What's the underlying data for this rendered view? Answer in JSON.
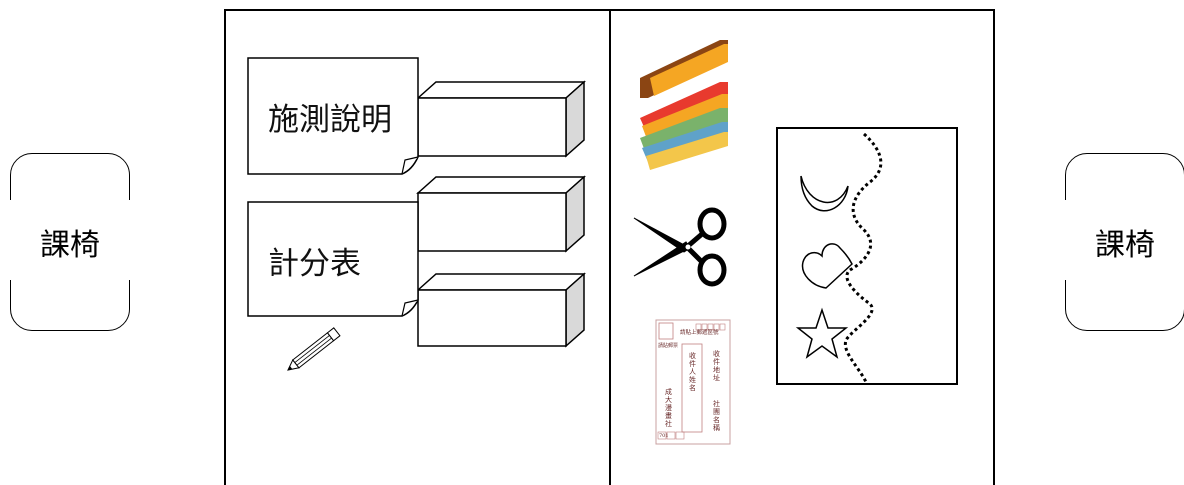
{
  "left_chair": {
    "label": "課椅"
  },
  "right_chair": {
    "label": "課椅"
  },
  "left_table": {
    "notes": [
      {
        "label": "施測說明"
      },
      {
        "label": "計分表"
      }
    ],
    "boxes_count": 3,
    "icons": [
      "pencil-icon"
    ]
  },
  "right_table": {
    "icons": [
      "crayons-icon",
      "scissors-icon",
      "envelope-icon",
      "cutting-sheet-icon"
    ],
    "envelope": {
      "title": "請貼上郵遞區號",
      "stamp": "請貼郵票",
      "col_address": "收件地址",
      "col_recipient": "收件人姓名",
      "col_club": "社團名稱",
      "col_sender": "成大漫畫社",
      "postal": "701"
    },
    "shapes": [
      "moon-shape",
      "heart-shape",
      "star-shape"
    ]
  },
  "colors": {
    "line": "#000000",
    "box_side": "#d9d9d9",
    "crayon_colors": [
      "#8b4513",
      "#f5a623",
      "#e83a2e",
      "#7ab26b",
      "#5fa2c9",
      "#f3c64a"
    ]
  }
}
